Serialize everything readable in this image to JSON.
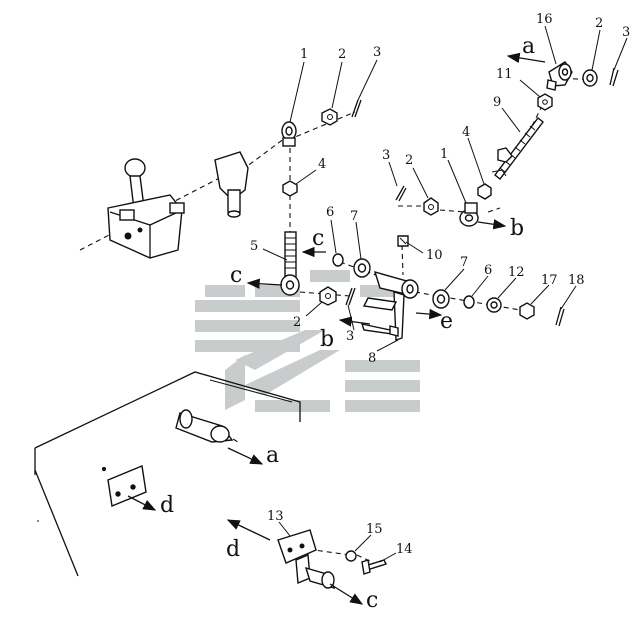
{
  "callouts": {
    "n1a": "1",
    "n2a": "2",
    "n3a": "3",
    "n4a": "4",
    "n5": "5",
    "n2b": "2",
    "n3b": "3",
    "n8": "8",
    "n6a": "6",
    "n7a": "7",
    "n10": "10",
    "n3c": "3",
    "n2c": "2",
    "n1b": "1",
    "n4b": "4",
    "n9": "9",
    "n11": "11",
    "n16": "16",
    "n2d": "2",
    "n3d": "3",
    "n7b": "7",
    "n6b": "6",
    "n12": "12",
    "n17": "17",
    "n18": "18",
    "n13": "13",
    "n15": "15",
    "n14": "14"
  },
  "arrows": {
    "a_top": "a",
    "b_right": "b",
    "c_mid": "c",
    "c_left": "c",
    "b_mid": "b",
    "e_mid": "e",
    "a_box": "a",
    "d_box": "d",
    "d_bottom": "d",
    "c_bottom": "c"
  },
  "watermark": {
    "color": "#c9cccc"
  }
}
